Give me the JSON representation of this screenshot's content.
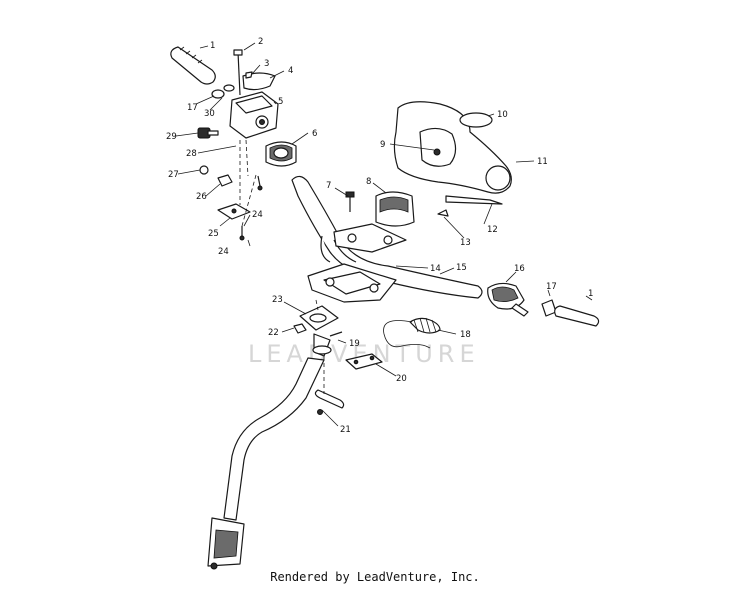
{
  "watermark": "LEADVENTURE",
  "footer": "Rendered by LeadVenture, Inc.",
  "callouts": {
    "c1a": "1",
    "c2": "2",
    "c3": "3",
    "c4": "4",
    "c5": "5",
    "c6": "6",
    "c7": "7",
    "c8": "8",
    "c9": "9",
    "c10": "10",
    "c11": "11",
    "c12": "12",
    "c13": "13",
    "c14": "14",
    "c15": "15",
    "c16": "16",
    "c17a": "17",
    "c17b": "17",
    "c18": "18",
    "c19": "19",
    "c20": "20",
    "c21": "21",
    "c22": "22",
    "c23": "23",
    "c24a": "24",
    "c24b": "24",
    "c25": "25",
    "c26": "26",
    "c27": "27",
    "c28": "28",
    "c29": "29",
    "c30": "30",
    "c1b": "1"
  }
}
